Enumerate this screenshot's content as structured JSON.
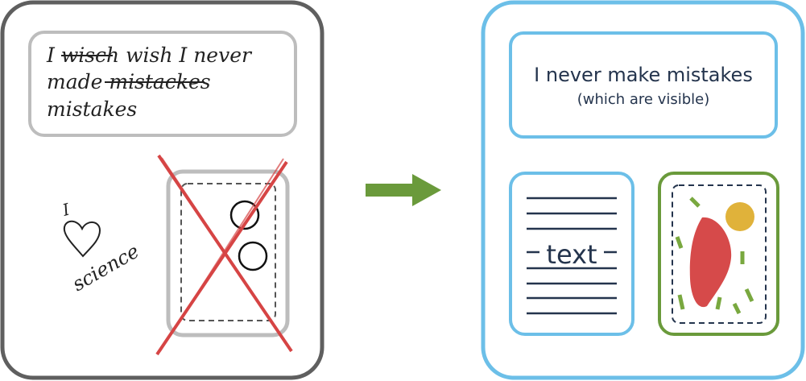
{
  "before": {
    "note_lines": [
      {
        "parts": [
          {
            "text": "I ",
            "struck": false
          },
          {
            "text": "wisch",
            "struck": true
          },
          {
            "text": " wish I never",
            "struck": false
          }
        ]
      },
      {
        "parts": [
          {
            "text": "made ",
            "struck": false
          },
          {
            "text": "mistackes",
            "struck": true
          }
        ]
      },
      {
        "parts": [
          {
            "text": "mistakes",
            "struck": false
          }
        ]
      }
    ],
    "doodle": {
      "top_word": "I",
      "bottom_word": "science",
      "icon": "heart-icon"
    },
    "crossed_out_icon": "cross-mark-icon"
  },
  "after": {
    "headline": "I never make mistakes",
    "subline": "(which are visible)",
    "text_card_word": "text",
    "figure_card_icon": "cell-illustration-icon"
  },
  "colors": {
    "before_border": "#5f5f5f",
    "before_inner": "#bdbdbd",
    "after_border": "#6cbfe8",
    "arrow": "#6a9a3b",
    "cross": "#d64545",
    "figure_border": "#6a9a3b",
    "blob": "#d64a4a",
    "dot": "#e0b23a",
    "dash_green": "#79a83f",
    "ink": "#24344d"
  }
}
